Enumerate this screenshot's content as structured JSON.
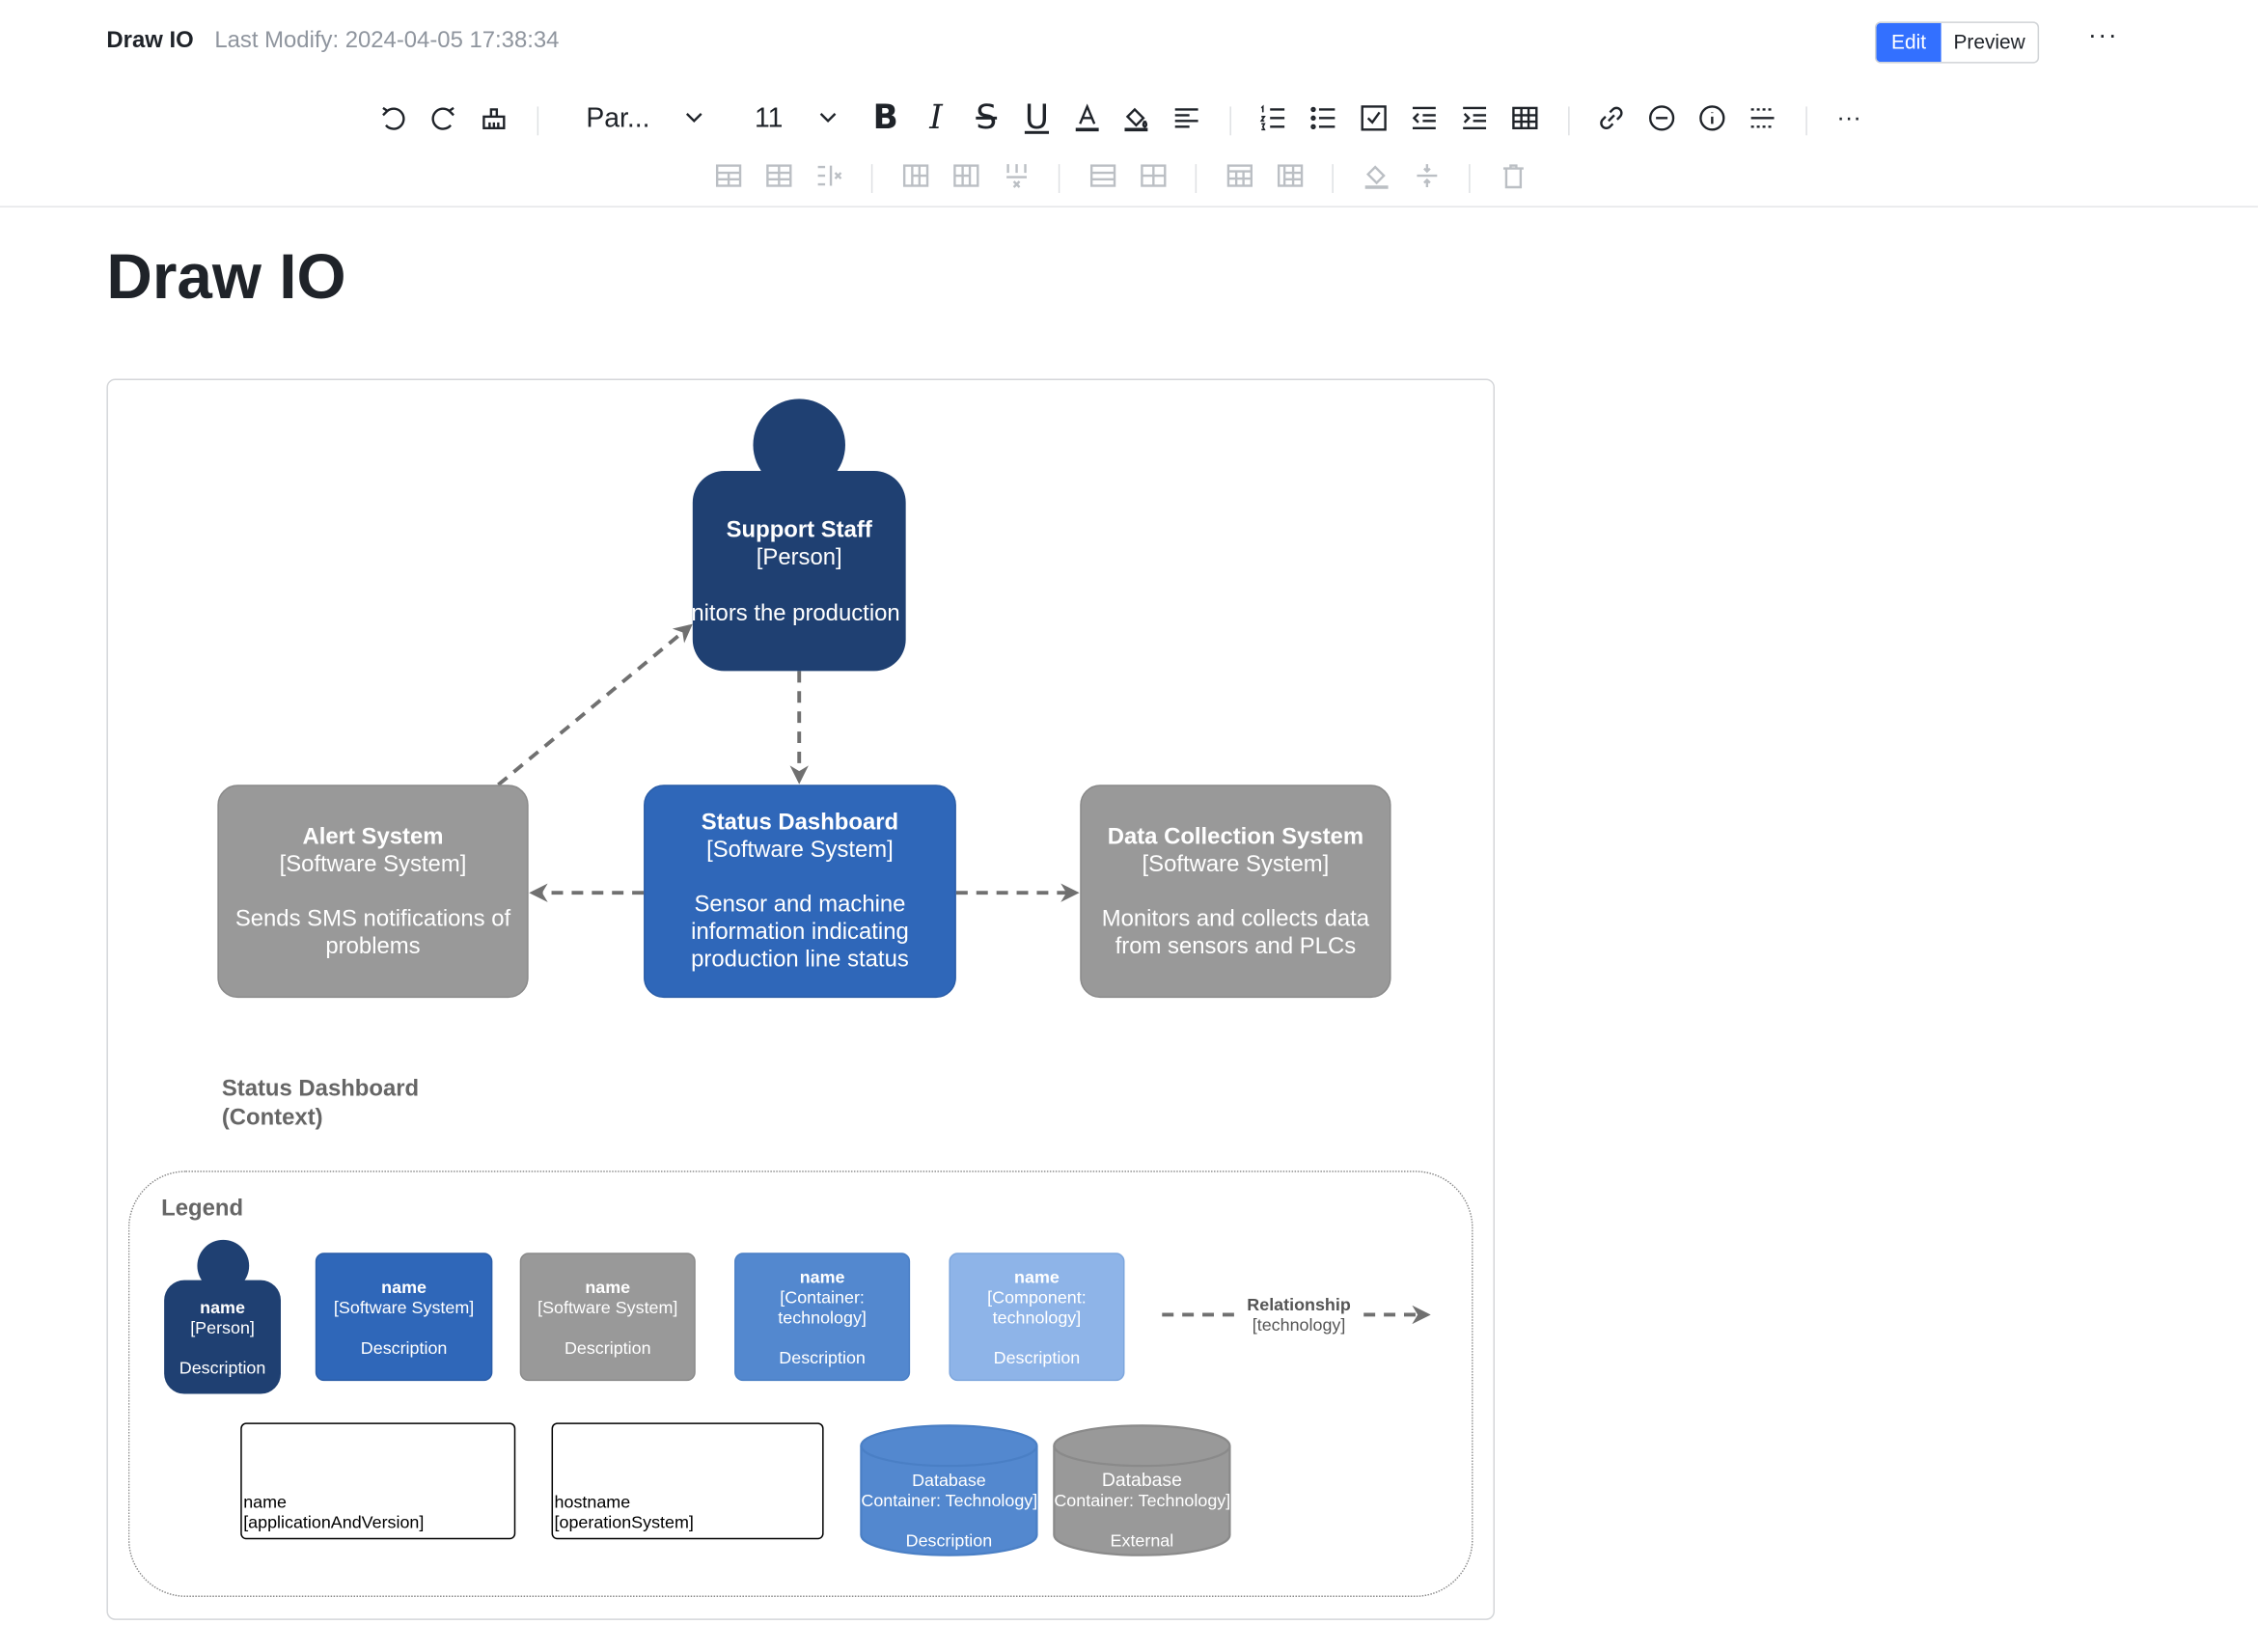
{
  "header": {
    "doc_name": "Draw IO",
    "last_modify": "Last Modify: 2024-04-05 17:38:34",
    "edit_label": "Edit",
    "preview_label": "Preview",
    "more_label": "···"
  },
  "toolbar": {
    "paragraph_label": "Par...",
    "font_size": "11",
    "more_label": "···"
  },
  "page_title": "Draw IO",
  "diagram": {
    "person": {
      "name": "Support Staff",
      "type": "[Person]",
      "description": "nitors the production"
    },
    "alert": {
      "name": "Alert System",
      "type": "[Software System]",
      "desc1": "Sends SMS notifications of",
      "desc2": "problems"
    },
    "dashboard": {
      "name": "Status Dashboard",
      "type": "[Software System]",
      "desc1": "Sensor and machine",
      "desc2": "information indicating",
      "desc3": "production line status"
    },
    "collection": {
      "name": "Data Collection System",
      "type": "[Software System]",
      "desc1": "Monitors and collects data",
      "desc2": "from sensors and PLCs"
    },
    "context_title_1": "Status Dashboard",
    "context_title_2": "(Context)"
  },
  "legend": {
    "title": "Legend",
    "person": {
      "name": "name",
      "type": "[Person]",
      "desc": "Description"
    },
    "system": {
      "name": "name",
      "type": "[Software System]",
      "desc": "Description"
    },
    "ext_system": {
      "name": "name",
      "type": "[Software System]",
      "desc": "Description"
    },
    "container": {
      "name": "name",
      "type1": "[Container:",
      "type2": "technology]",
      "desc": "Description"
    },
    "component": {
      "name": "name",
      "type1": "[Component:",
      "type2": "technology]",
      "desc": "Description"
    },
    "relationship": {
      "name": "Relationship",
      "tech": "[technology]"
    },
    "app_box": {
      "line1": "name",
      "line2": "[applicationAndVersion]"
    },
    "host_box": {
      "line1": "hostname",
      "line2": "[operationSystem]"
    },
    "db": {
      "name": "Database",
      "type": "Container: Technology]",
      "desc": "Description"
    },
    "ext_db": {
      "name": "Database",
      "type": "Container: Technology]",
      "desc": "External"
    }
  },
  "colors": {
    "person": "#1f4072",
    "system": "#2f67b9",
    "external": "#999999",
    "container": "#5388cf",
    "component": "#8eb4e8",
    "accent": "#3370ff"
  }
}
